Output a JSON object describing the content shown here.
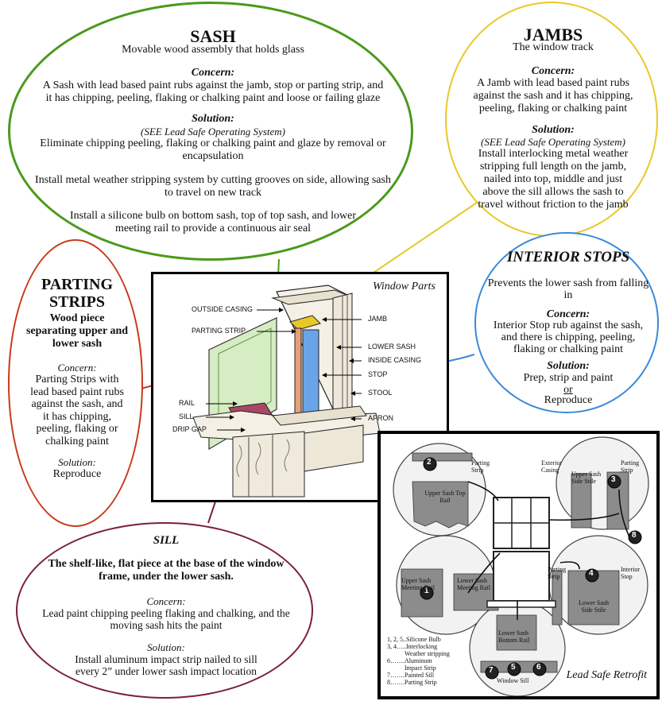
{
  "sash": {
    "title": "SASH",
    "subtitle": "Movable wood assembly that holds glass",
    "concern_label": "Concern:",
    "concern_text": "A Sash with lead based paint rubs against the jamb, stop or parting strip, and it has chipping, peeling, flaking or chalking paint and loose or failing glaze",
    "solution_label": "Solution:",
    "solution_ref": "(SEE Lead Safe Operating System)",
    "solution_p1": "Eliminate chipping peeling, flaking or chalking paint and glaze by removal or encapsulation",
    "solution_p2": "Install metal weather stripping system by cutting grooves on side, allowing sash to travel on new track",
    "solution_p3": "Install a silicone bulb on bottom sash, top of top sash, and lower meeting rail to provide a continuous air seal",
    "color": "#4a9a1a"
  },
  "jambs": {
    "title": "JAMBS",
    "subtitle": "The window track",
    "concern_label": "Concern:",
    "concern_text": "A Jamb with lead based paint rubs against the sash and it has chipping, peeling, flaking or chalking paint",
    "solution_label": "Solution:",
    "solution_ref": "(SEE Lead Safe Operating System)",
    "solution_text": "Install interlocking metal weather stripping full length on the jamb, nailed into top, middle and just above the sill allows the sash to travel without friction to the jamb",
    "color": "#e8c82a"
  },
  "interior_stops": {
    "title": "INTERIOR STOPS",
    "subtitle": "Prevents the lower sash from falling in",
    "concern_label": "Concern:",
    "concern_text": "Interior Stop rub against the sash, and there is chipping, peeling, flaking or chalking paint",
    "solution_label": "Solution:",
    "solution_text": "Prep, strip and paint",
    "solution_or": "or",
    "solution_text2": "Reproduce",
    "color": "#3a8ad8"
  },
  "parting_strips": {
    "title": "PARTING STRIPS",
    "subtitle": "Wood piece separating upper and lower sash",
    "concern_label": "Concern:",
    "concern_text": "Parting Strips with lead based paint rubs against the sash, and it has chipping, peeling, flaking or chalking paint",
    "solution_label": "Solution:",
    "solution_text": "Reproduce",
    "color": "#c83a1a"
  },
  "sill": {
    "title": "SILL",
    "subtitle": "The shelf-like, flat piece at the base of the window frame, under the lower sash.",
    "concern_label": "Concern:",
    "concern_text": "Lead paint chipping peeling flaking and chalking, and the moving sash hits the paint",
    "solution_label": "Solution:",
    "solution_text": "Install aluminum impact strip nailed to sill every 2” under lower sash impact location",
    "color": "#7a1e44"
  },
  "window_parts": {
    "caption": "Window Parts",
    "labels": {
      "outside_casing": "OUTSIDE CASING",
      "parting_strip": "PARTING STRIP",
      "jamb": "JAMB",
      "lower_sash": "LOWER SASH",
      "inside_casing": "INSIDE CASING",
      "stop": "STOP",
      "stool": "STOOL",
      "rail": "RAIL",
      "sill": "SILL",
      "drip_gap": "DRIP GAP",
      "apron": "APRON"
    }
  },
  "retrofit": {
    "caption": "Lead Safe Retrofit",
    "labels": {
      "parting_strip_a": "Parting Strip",
      "upper_sash_top_rail": "Upper Sash Top Rail",
      "exterior_casing": "Exterior Casing",
      "parting_strip_b": "Parting Strip",
      "upper_sash_side_stile": "Upper Sash Side Stile",
      "upper_sash_meeting_rail": "Upper Sash Meeting Rail",
      "lower_sash_meeting_rail": "Lower Sash Meeting Rail",
      "parting_strip_c": "Parting Strip",
      "interior_stop": "Interior Stop",
      "lower_sash_side_stile": "Lower Sash Side Stile",
      "lower_sash_bottom_rail": "Lower Sash Bottom Rail",
      "window_sill": "Window Sill"
    },
    "numbers": [
      "1",
      "2",
      "3",
      "4",
      "5",
      "6",
      "7",
      "8"
    ],
    "legend": [
      "1, 2, 5..Silicone Bulb",
      "3, 4…..Interlocking",
      "Weather stripping",
      "6…….Aluminum",
      "Impact Strip",
      "7…….Painted Sill",
      "8…….Parting Strip"
    ]
  }
}
